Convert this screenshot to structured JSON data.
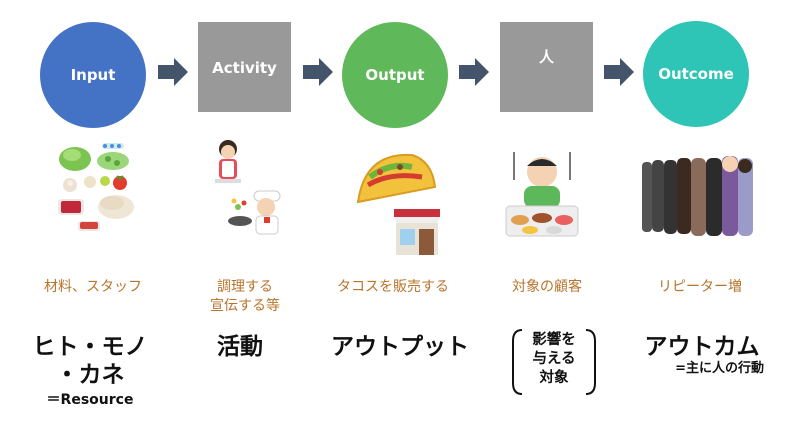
{
  "stages": [
    {
      "label": "Input",
      "color": "#4472c4",
      "shape": "circle"
    },
    {
      "label": "Activity",
      "color": "#999999",
      "shape": "square"
    },
    {
      "label": "Output",
      "color": "#5fb85a",
      "shape": "circle"
    },
    {
      "label": "人",
      "color": "#999999",
      "shape": "square"
    },
    {
      "label": "Outcome",
      "color": "#2ec4b6",
      "shape": "circle"
    }
  ],
  "arrow_color": "#44546a",
  "descriptions": [
    {
      "lines": [
        "材料、スタッフ"
      ]
    },
    {
      "lines": [
        "調理する",
        "宣伝する等"
      ]
    },
    {
      "lines": [
        "タコスを販売する"
      ]
    },
    {
      "lines": [
        "対象の顧客"
      ]
    },
    {
      "lines": [
        "リピーター増"
      ]
    }
  ],
  "terms": {
    "input": {
      "main1": "ヒト・モノ",
      "main2": "・カネ",
      "sub": "＝Resource"
    },
    "activity": {
      "main": "活動"
    },
    "output": {
      "main": "アウトプット"
    },
    "people": {
      "lines": [
        "影響を",
        "与える",
        "対象"
      ]
    },
    "outcome": {
      "main": "アウトカム",
      "sub": "=主に人の行動"
    }
  },
  "illustrations": [
    "ingredients-illustration",
    "cooking-people-illustration",
    "taco-shop-illustration",
    "eating-customer-illustration",
    "queue-of-people-illustration"
  ]
}
